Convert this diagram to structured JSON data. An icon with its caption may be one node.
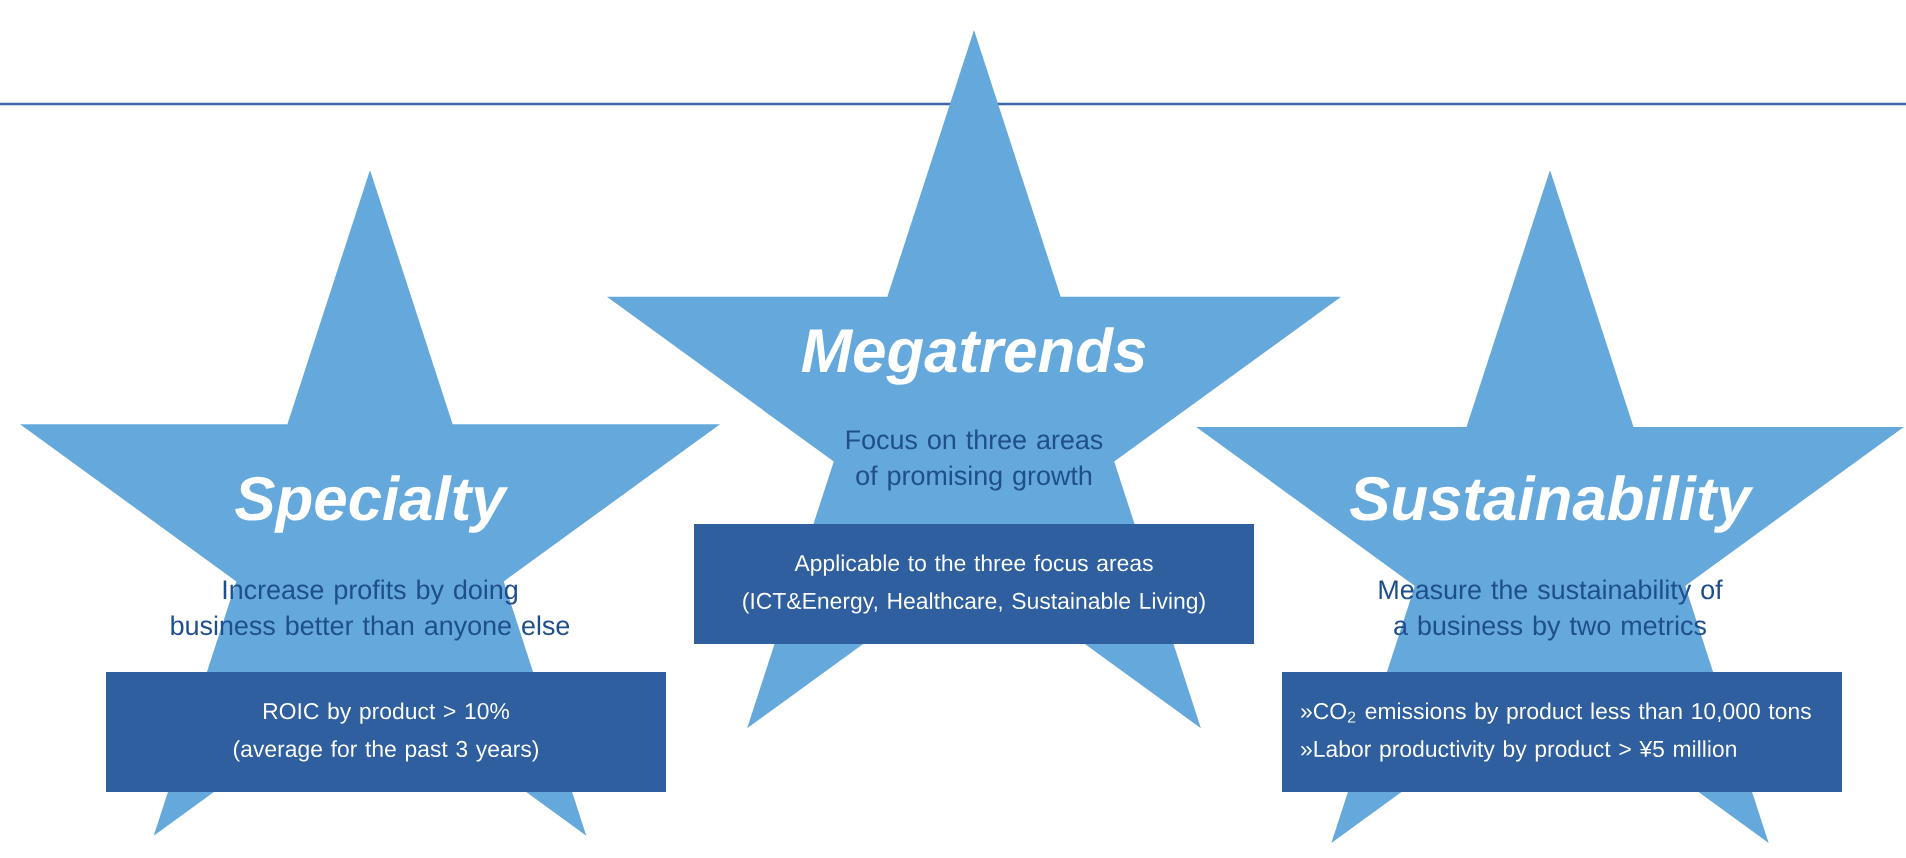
{
  "diagram": {
    "nodes": [
      {
        "text": [
          "Specialty",
          "Increase profits by doing business better than anyone else"
        ]
      },
      {
        "text": [
          "ROIC by product > 10% (average for the past 3 years)"
        ]
      },
      {
        "text": [
          "Megatrends",
          "Focus on three areas of promising growth"
        ]
      },
      {
        "text": [
          "Applicable to the three focus areas (ICT&Energy, Healthcare, Sustainable Living)"
        ]
      },
      {
        "text": [
          "Sustainability",
          "Measure the sustainability of a business by two metrics"
        ]
      },
      {
        "text": [
          "»CO$_{2}$ emissions by product less than 10,000 tons",
          "»Labor productivity by product > ¥5 million"
        ]
      }
    ]
  }
}
